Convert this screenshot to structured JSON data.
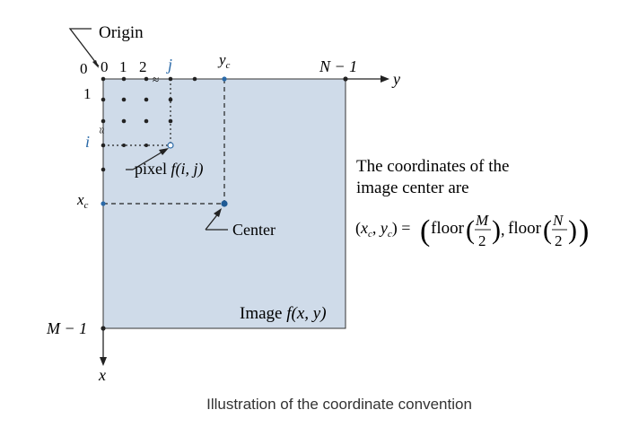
{
  "labels": {
    "origin": "Origin",
    "row_0": "0",
    "row_1": "1",
    "col_0": "0",
    "col_1": "1",
    "col_2": "2",
    "col_j": "j",
    "row_i": "i",
    "yc": "y",
    "yc_sub": "c",
    "xc": "x",
    "xc_sub": "c",
    "n_minus_1": "N − 1",
    "m_minus_1": "M − 1",
    "y_axis": "y",
    "x_axis": "x",
    "pixel_prefix": "pixel ",
    "pixel_fn": "f(i, j)",
    "center": "Center",
    "image_prefix": "Image ",
    "image_fn": "f(x, y)"
  },
  "explanation": {
    "line1": "The coordinates of the",
    "line2": "image center are",
    "lhs_x": "x",
    "lhs_y": "y",
    "sub_c": "c",
    "floor": "floor",
    "M": "M",
    "N": "N",
    "two": "2"
  },
  "caption": "Illustration of the coordinate convention",
  "colors": {
    "image_fill": "#cfdbe9",
    "accent": "#2b6aa8",
    "ink": "#222222",
    "caption": "#333333"
  }
}
